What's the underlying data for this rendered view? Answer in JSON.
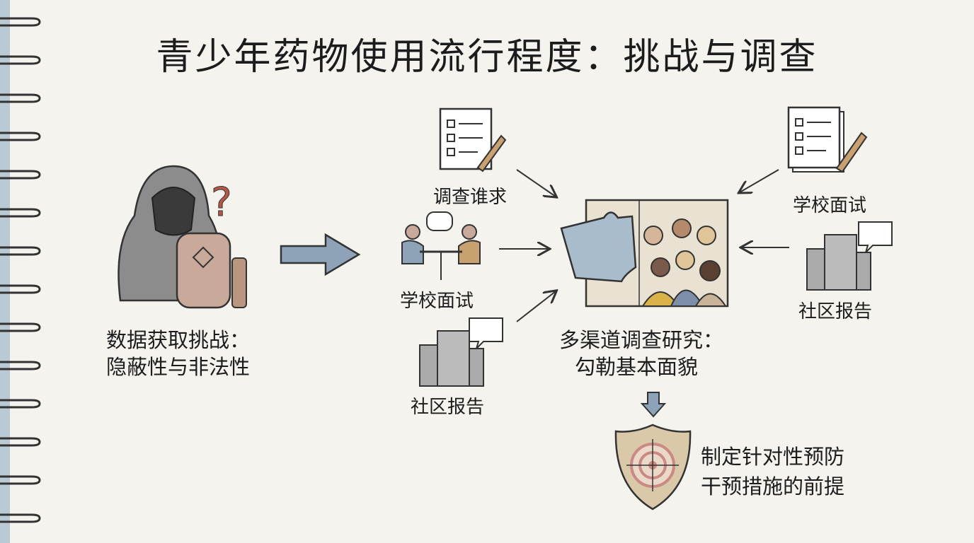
{
  "title": "青少年药物使用流行程度：挑战与调查",
  "left": {
    "caption_line1": "数据获取挑战：",
    "caption_line2": "隐蔽性与非法性"
  },
  "middle": {
    "survey_label": "调查谁求",
    "interview_label": "学校面试",
    "community_label": "社区报告",
    "caption_line1": "多渠道调查研究：",
    "caption_line2": "勾勒基本面貌"
  },
  "right": {
    "interview_label": "学校面试",
    "community_label": "社区报告"
  },
  "outcome": {
    "line1": "制定针对性预防",
    "line2": "干预措施的前提"
  },
  "colors": {
    "paper": "#f4f3ee",
    "ink": "#1c1c1c",
    "arrow_fill": "#8fa3b8",
    "shield_fill": "#d9c9a8",
    "target": "#c98a84"
  }
}
